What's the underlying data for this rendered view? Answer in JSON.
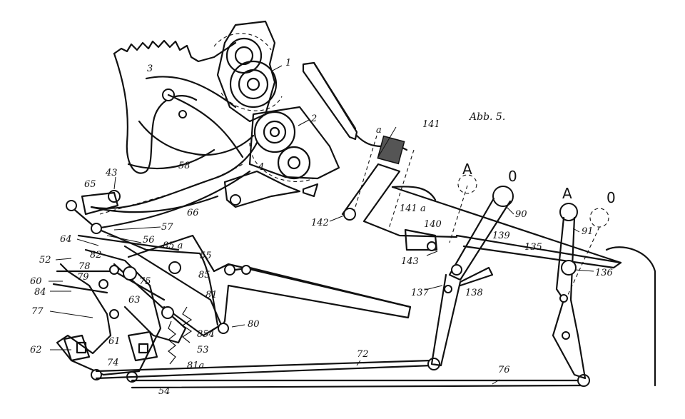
{
  "figure": {
    "title": "Abb. 5.",
    "labels": [
      {
        "id": "n1",
        "text": "1"
      },
      {
        "id": "n2",
        "text": "2"
      },
      {
        "id": "n3",
        "text": "3"
      },
      {
        "id": "n4",
        "text": "4"
      },
      {
        "id": "n43",
        "text": "43"
      },
      {
        "id": "n58",
        "text": "58"
      },
      {
        "id": "n65",
        "text": "65"
      },
      {
        "id": "n66",
        "text": "66"
      },
      {
        "id": "n57",
        "text": "57"
      },
      {
        "id": "n56",
        "text": "56"
      },
      {
        "id": "n64",
        "text": "64"
      },
      {
        "id": "n85a",
        "text": "85 a"
      },
      {
        "id": "n55",
        "text": "55"
      },
      {
        "id": "n52",
        "text": "52"
      },
      {
        "id": "n82",
        "text": "82"
      },
      {
        "id": "n78",
        "text": "78"
      },
      {
        "id": "n79",
        "text": "79"
      },
      {
        "id": "n75",
        "text": "75"
      },
      {
        "id": "n85",
        "text": "85"
      },
      {
        "id": "n81",
        "text": "81"
      },
      {
        "id": "n60",
        "text": "60"
      },
      {
        "id": "n84",
        "text": "84"
      },
      {
        "id": "n63",
        "text": "63"
      },
      {
        "id": "n77",
        "text": "77"
      },
      {
        "id": "n80",
        "text": "80"
      },
      {
        "id": "n854",
        "text": "854"
      },
      {
        "id": "n61",
        "text": "61"
      },
      {
        "id": "n53",
        "text": "53"
      },
      {
        "id": "n62",
        "text": "62"
      },
      {
        "id": "n81a",
        "text": "81a"
      },
      {
        "id": "n74",
        "text": "74"
      },
      {
        "id": "n54",
        "text": "54"
      },
      {
        "id": "n72",
        "text": "72"
      },
      {
        "id": "n76",
        "text": "76"
      },
      {
        "id": "n141",
        "text": "141"
      },
      {
        "id": "n141a",
        "text": "141 a"
      },
      {
        "id": "n142",
        "text": "142"
      },
      {
        "id": "n140",
        "text": "140"
      },
      {
        "id": "n143",
        "text": "143"
      },
      {
        "id": "n139",
        "text": "139"
      },
      {
        "id": "n137",
        "text": "137"
      },
      {
        "id": "n138",
        "text": "138"
      },
      {
        "id": "n90",
        "text": "90"
      },
      {
        "id": "n135",
        "text": "135"
      },
      {
        "id": "n91",
        "text": "91"
      },
      {
        "id": "n136",
        "text": "136"
      },
      {
        "id": "nA1",
        "text": "A"
      },
      {
        "id": "nA2",
        "text": "A"
      },
      {
        "id": "n0a",
        "text": "0"
      },
      {
        "id": "n0b",
        "text": "0"
      },
      {
        "id": "na",
        "text": "a"
      }
    ]
  }
}
